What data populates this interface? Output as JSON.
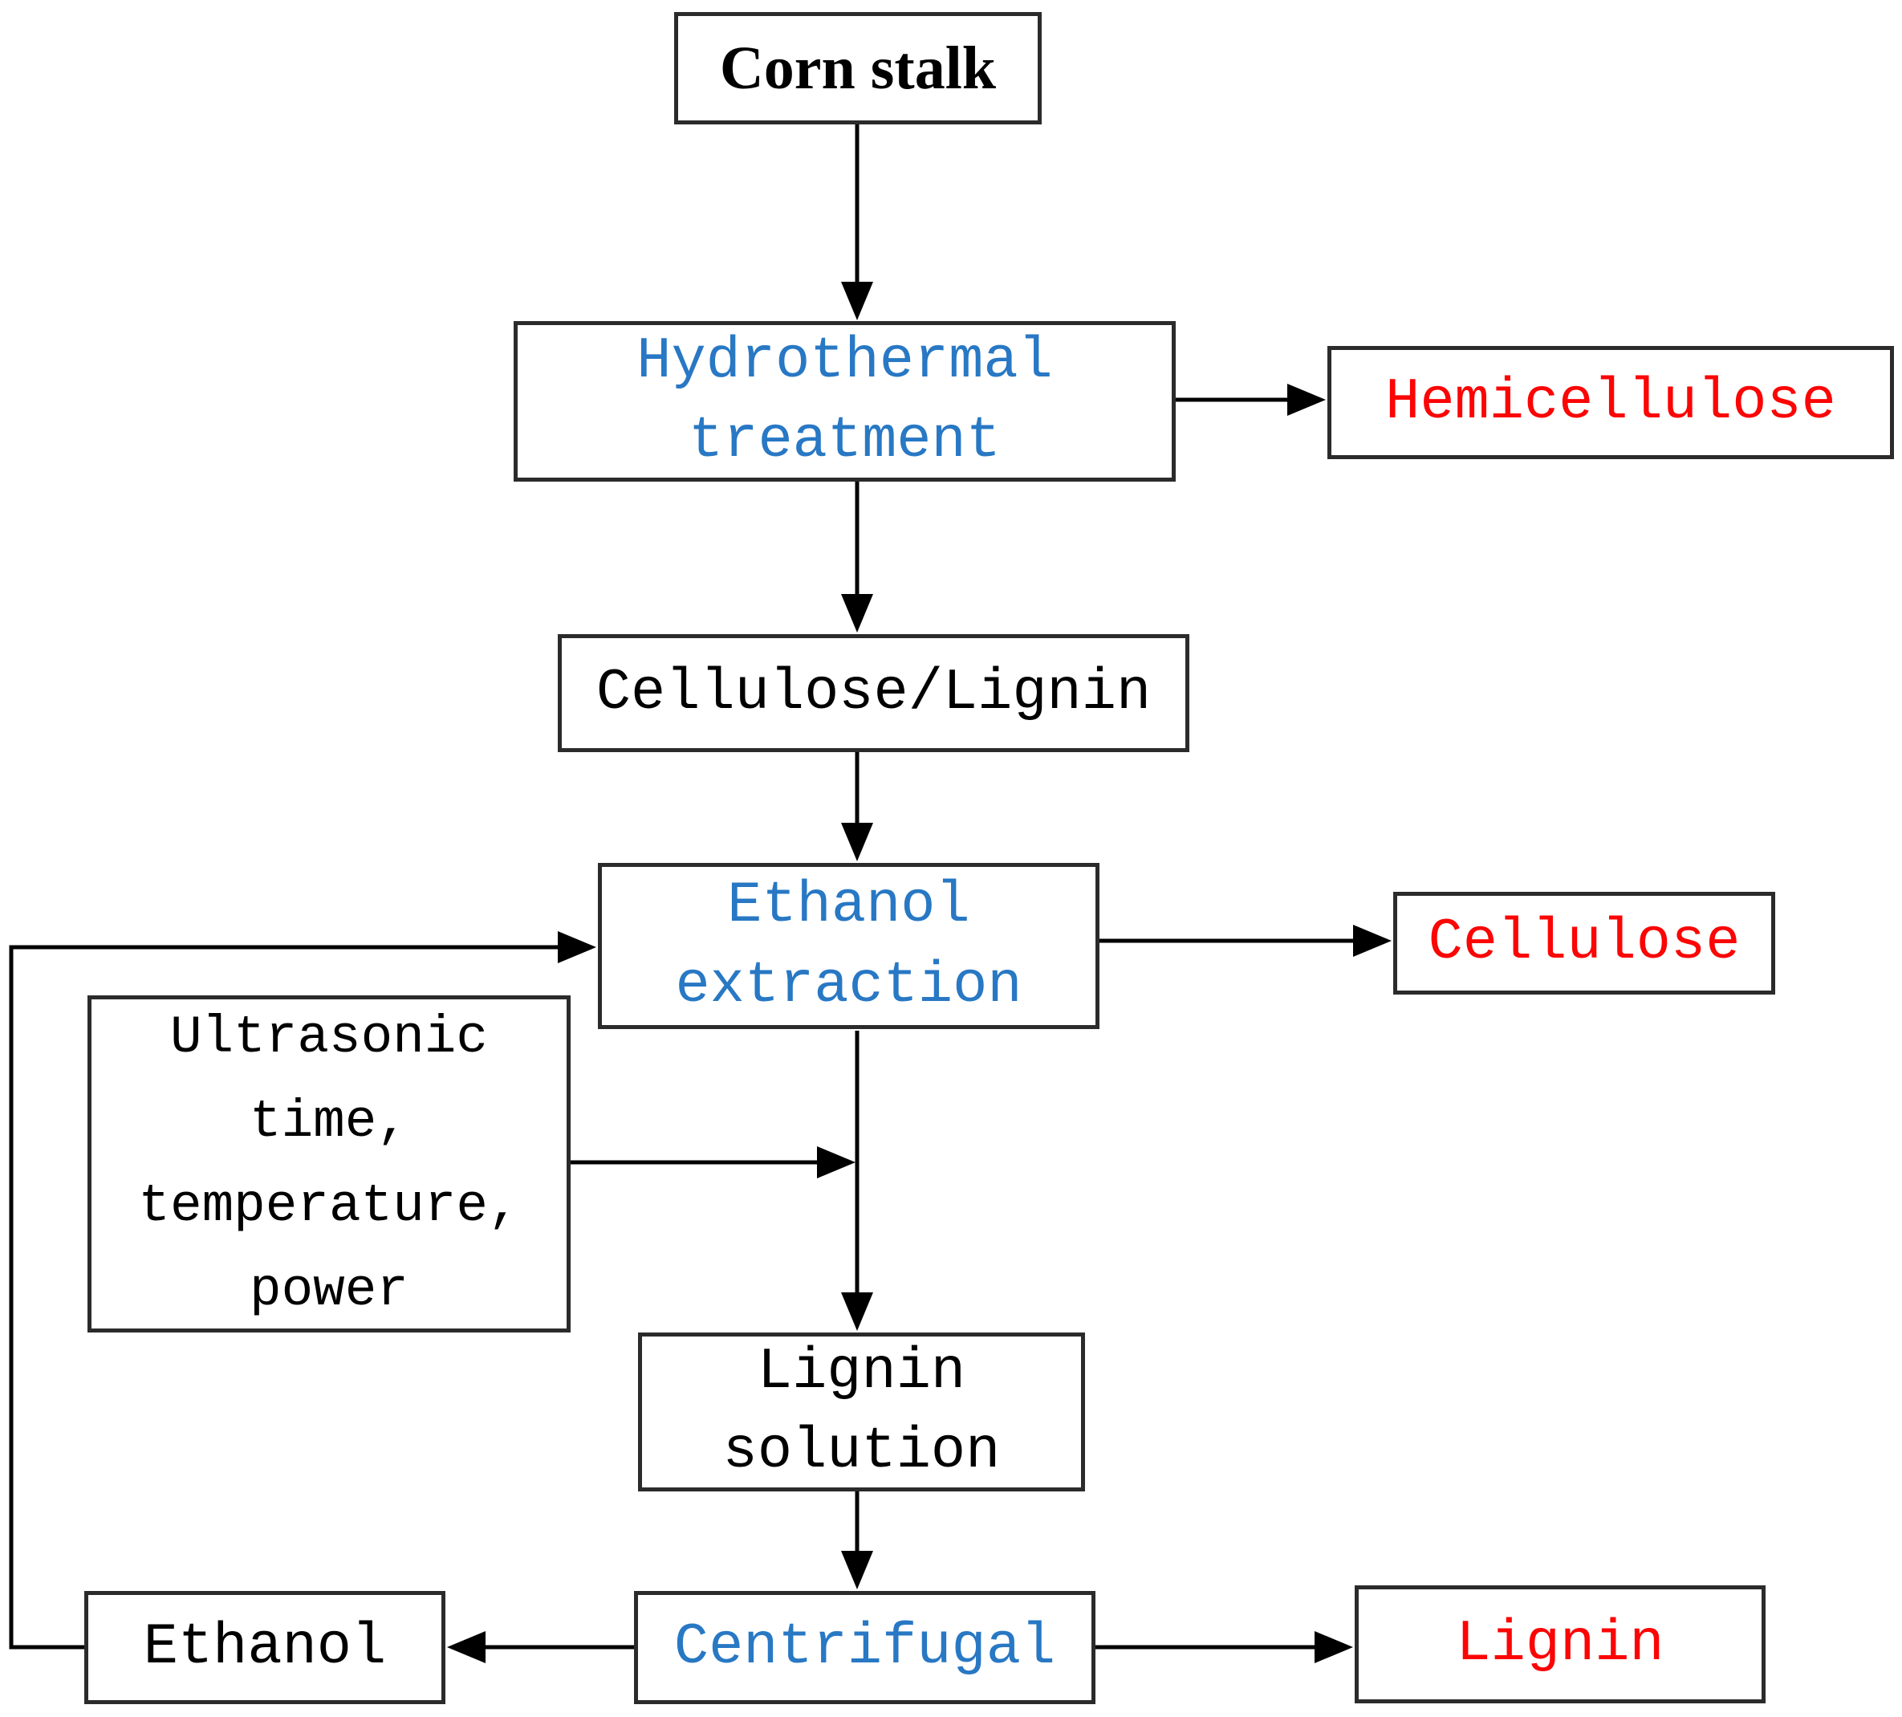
{
  "diagram": {
    "type": "flowchart",
    "subject": "Corn stalk fractionation process",
    "colors": {
      "process_text": "#2878c4",
      "product_text": "#fb0505",
      "plain_text": "#000000",
      "box_border": "#2b2b2b",
      "connector": "#000000",
      "background": "#ffffff"
    },
    "nodes": {
      "corn_stalk": {
        "label": "Corn stalk",
        "role": "input-material"
      },
      "hydrothermal_treatment": {
        "label": "Hydrothermal\ntreatment",
        "role": "process-step"
      },
      "hemicellulose": {
        "label": "Hemicellulose",
        "role": "product"
      },
      "cellulose_lignin": {
        "label": "Cellulose/Lignin",
        "role": "intermediate"
      },
      "ethanol_extraction": {
        "label": "Ethanol\nextraction",
        "role": "process-step"
      },
      "cellulose": {
        "label": "Cellulose",
        "role": "product"
      },
      "ultrasonic_parameters": {
        "label": "Ultrasonic\ntime,\ntemperature,\npower",
        "role": "process-parameters"
      },
      "lignin_solution": {
        "label": "Lignin\nsolution",
        "role": "intermediate"
      },
      "ethanol": {
        "label": "Ethanol",
        "role": "recycled-solvent"
      },
      "centrifugal": {
        "label": "Centrifugal",
        "role": "process-step"
      },
      "lignin": {
        "label": "Lignin",
        "role": "product"
      }
    },
    "edges": [
      {
        "from": "corn_stalk",
        "to": "hydrothermal_treatment"
      },
      {
        "from": "hydrothermal_treatment",
        "to": "hemicellulose"
      },
      {
        "from": "hydrothermal_treatment",
        "to": "cellulose_lignin"
      },
      {
        "from": "cellulose_lignin",
        "to": "ethanol_extraction"
      },
      {
        "from": "ethanol_extraction",
        "to": "cellulose"
      },
      {
        "from": "ultrasonic_parameters",
        "to": "ethanol_extraction"
      },
      {
        "from": "ethanol_extraction",
        "to": "lignin_solution"
      },
      {
        "from": "lignin_solution",
        "to": "centrifugal"
      },
      {
        "from": "centrifugal",
        "to": "lignin"
      },
      {
        "from": "centrifugal",
        "to": "ethanol"
      },
      {
        "from": "ethanol",
        "to": "ethanol_extraction"
      }
    ]
  }
}
